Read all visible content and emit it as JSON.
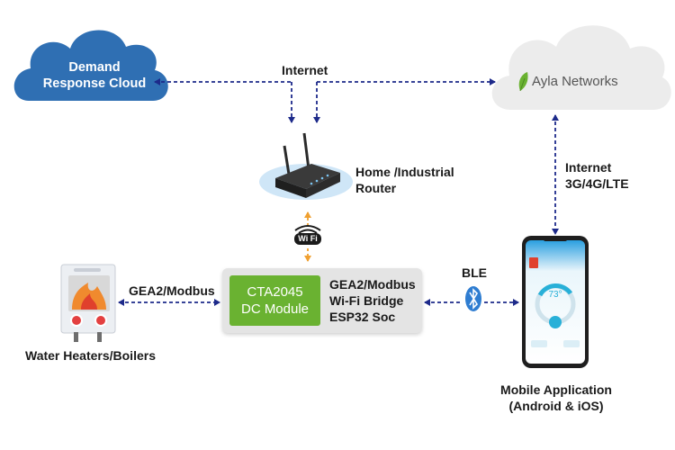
{
  "demand_cloud": {
    "line1": "Demand",
    "line2": "Response Cloud",
    "color": "#2f6fb3"
  },
  "ayla_cloud": {
    "label": "Ayla Networks",
    "icon": "leaf-icon",
    "color": "#ececec"
  },
  "links": {
    "internet_top": "Internet",
    "internet_right_1": "Internet",
    "internet_right_2": "3G/4G/LTE",
    "gea2_left": "GEA2/Modbus",
    "ble": "BLE"
  },
  "router": {
    "line1": "Home /Industrial",
    "line2": "Router",
    "icon": "router-icon"
  },
  "wifi_badge": {
    "text": "Wi Fi",
    "icon": "wifi-icon"
  },
  "module": {
    "line1": "CTA2045",
    "line2": "DC Module",
    "side1": "GEA2/Modbus",
    "side2": "Wi-Fi Bridge",
    "side3": "ESP32 Soc",
    "green": "#6ab231"
  },
  "water_heater": {
    "label": "Water Heaters/Boilers",
    "icon": "water-heater-icon"
  },
  "bluetooth": {
    "icon": "bluetooth-icon",
    "color": "#2f7dd1"
  },
  "mobile": {
    "line1": "Mobile Application",
    "line2": "(Android & iOS)",
    "icon": "smartphone-icon",
    "screen_temp": "73°"
  },
  "colors": {
    "dashed_link": "#1d2a8a",
    "wifi_arrow": "#f0a030"
  }
}
